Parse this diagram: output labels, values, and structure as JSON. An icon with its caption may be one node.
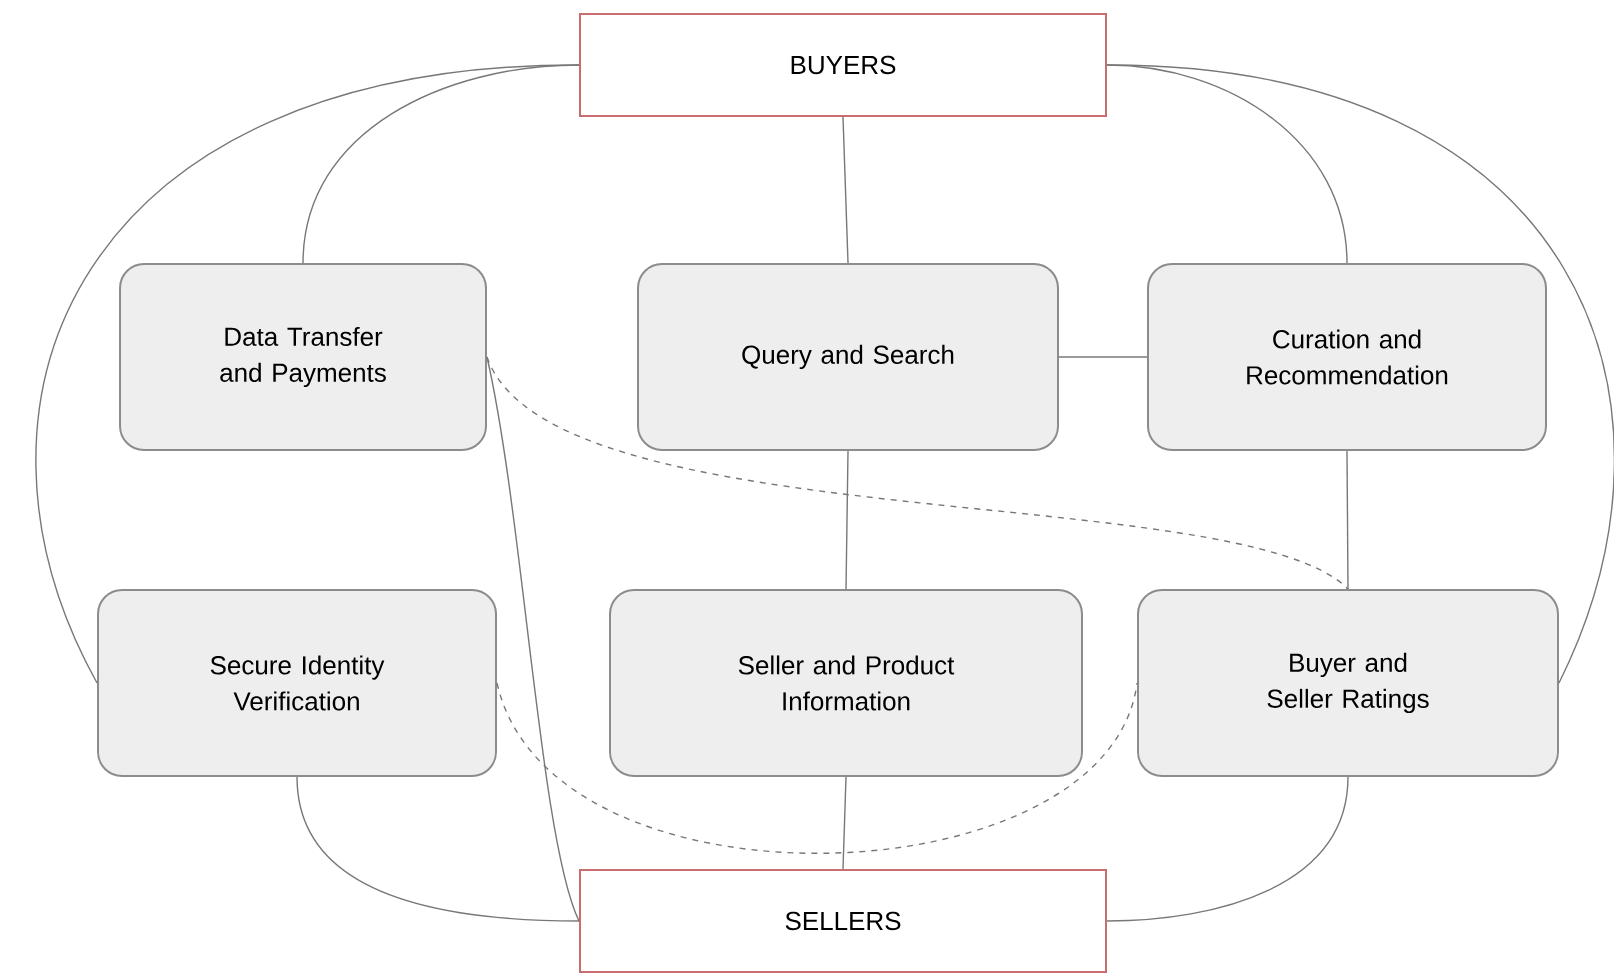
{
  "diagram": {
    "nodes": [
      {
        "text": [
          "BUYERS"
        ]
      },
      {
        "text": [
          "Data Transfer and Payments"
        ]
      },
      {
        "text": [
          "Query and Search"
        ]
      },
      {
        "text": [
          "Curation and Recommendation"
        ]
      },
      {
        "text": [
          "Secure Identity Verification"
        ]
      },
      {
        "text": [
          "Seller and Product Information"
        ]
      },
      {
        "text": [
          "Buyer and Seller Ratings"
        ]
      },
      {
        "text": [
          "SELLERS"
        ]
      }
    ],
    "edges": [
      {
        "from": 0,
        "to": 1,
        "arrow": "none"
      },
      {
        "from": 0,
        "to": 4,
        "arrow": "none"
      },
      {
        "from": 0,
        "to": 2,
        "arrow": "none"
      },
      {
        "from": 0,
        "to": 3,
        "arrow": "none"
      },
      {
        "from": 0,
        "to": 6,
        "arrow": "none"
      },
      {
        "from": 2,
        "to": 3,
        "arrow": "none"
      },
      {
        "from": 2,
        "to": 5,
        "arrow": "none"
      },
      {
        "from": 3,
        "to": 6,
        "arrow": "none"
      },
      {
        "from": 5,
        "to": 7,
        "arrow": "none"
      },
      {
        "from": 4,
        "to": 7,
        "arrow": "none"
      },
      {
        "from": 6,
        "to": 7,
        "arrow": "none"
      },
      {
        "from": 1,
        "to": 7,
        "arrow": "none"
      },
      {
        "from": 1,
        "to": 6,
        "arrow": "none",
        "style": "dashed"
      },
      {
        "from": 4,
        "to": 6,
        "arrow": "none",
        "style": "dashed"
      }
    ]
  }
}
